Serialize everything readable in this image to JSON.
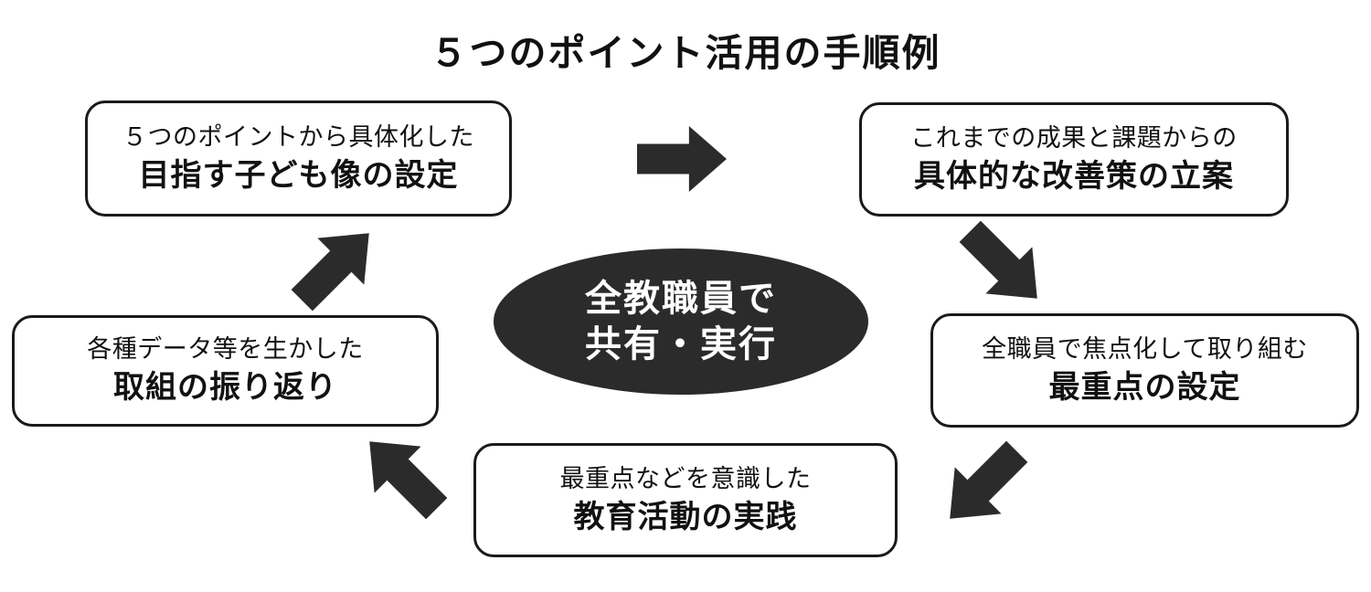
{
  "title": "５つのポイント活用の手順例",
  "center": {
    "line1": "全教職員で",
    "line2": "共有・実行"
  },
  "steps": [
    {
      "subtitle": "５つのポイントから具体化した",
      "title": "目指す子ども像の設定"
    },
    {
      "subtitle": "これまでの成果と課題からの",
      "title": "具体的な改善策の立案"
    },
    {
      "subtitle": "全職員で焦点化して取り組む",
      "title": "最重点の設定"
    },
    {
      "subtitle": "最重点などを意識した",
      "title": "教育活動の実践"
    },
    {
      "subtitle": "各種データ等を生かした",
      "title": "取組の振り返り"
    }
  ],
  "arrows": [
    {
      "name": "arrow-step1-to-step2",
      "direction": "right"
    },
    {
      "name": "arrow-step2-to-step3",
      "direction": "down-right"
    },
    {
      "name": "arrow-step3-to-step4",
      "direction": "down-left"
    },
    {
      "name": "arrow-step4-to-step5",
      "direction": "up-left"
    },
    {
      "name": "arrow-step5-to-step1",
      "direction": "up-right"
    }
  ],
  "colors": {
    "arrow": "#2b2b2b",
    "ellipse": "#2b2b2b",
    "box_border": "#1a1a1a",
    "background": "#ffffff",
    "text": "#111111",
    "ellipse_text": "#ffffff"
  }
}
